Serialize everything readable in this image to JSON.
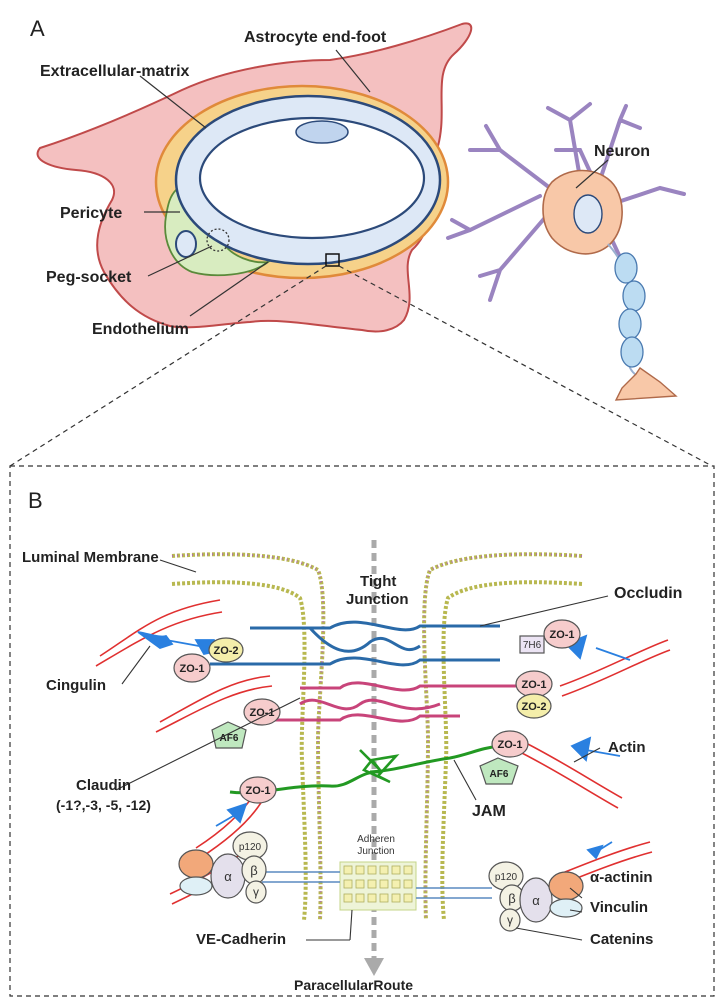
{
  "panel_a": {
    "letter": "A",
    "labels": {
      "astrocyte": "Astrocyte end-foot",
      "ecm": "Extracellular-matrix",
      "neuron": "Neuron",
      "pericyte": "Pericyte",
      "peg_socket": "Peg-socket",
      "endothelium": "Endothelium"
    }
  },
  "panel_b": {
    "letter": "B",
    "labels": {
      "luminal": "Luminal Membrane",
      "tight1": "Tight",
      "tight2": "Junction",
      "occludin": "Occludin",
      "cingulin": "Cingulin",
      "claudin1": "Claudin",
      "claudin2": "(-1?,-3, -5, -12)",
      "actin": "Actin",
      "jam": "JAM",
      "adheren1": "Adheren",
      "adheren2": "Junction",
      "alpha_actinin": "α-actinin",
      "vinculin": "Vinculin",
      "catenins": "Catenins",
      "ve_cadherin": "VE-Cadherin",
      "paracellular": "ParacellularRoute"
    },
    "proteins": {
      "zo1": "ZO-1",
      "zo2": "ZO-2",
      "h7": "7H6",
      "af6": "AF6",
      "p120": "p120",
      "alpha": "α",
      "beta": "β",
      "gamma": "γ"
    }
  },
  "colors": {
    "astrocyte": "#f4c0c0",
    "astrocyte_edge": "#c04a4a",
    "lumen": "#dde8f6",
    "endo_edge": "#2c4a7a",
    "pericyte": "#d8ecc0",
    "neuron_body": "#f8c8a8",
    "neuron_dendrite": "#9a84c0",
    "axon_myelin": "#bcdcf2",
    "occludin": "#2a6aa8",
    "claudin": "#c8447a",
    "jam": "#229922",
    "actin": "#e03030",
    "cingulin": "#2a80e0",
    "zo1": "#f6cccc",
    "zo2": "#f4eeaa",
    "af6": "#bfe8bf",
    "orange_protein": "#f2a87a"
  }
}
